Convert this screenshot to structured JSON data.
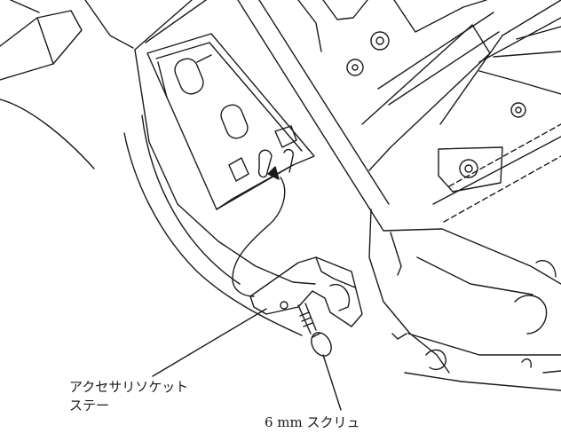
{
  "labels": {
    "accessory_stay_line1": "アクセサリソケット",
    "accessory_stay_line2": "ステー",
    "screw": "6 mm スクリュ"
  },
  "colors": {
    "line": "#1a1a1a",
    "background": "#ffffff"
  }
}
